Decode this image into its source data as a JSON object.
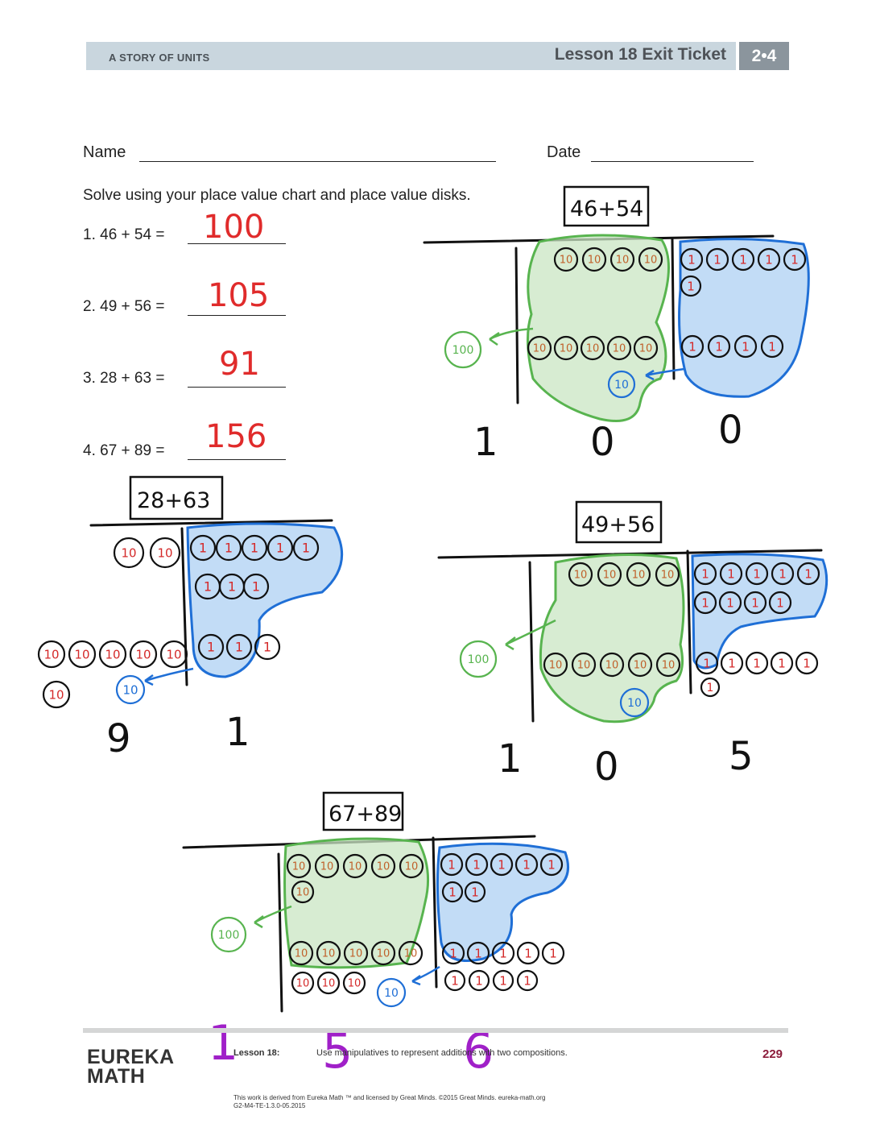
{
  "header": {
    "series": "A STORY OF UNITS",
    "title": "Lesson 18 Exit Ticket",
    "badge": "2•4"
  },
  "form": {
    "name_label": "Name",
    "date_label": "Date"
  },
  "instructions": "Solve using your place value chart and place value disks.",
  "problems": [
    {
      "prompt": "1.  46 + 54 =",
      "answer": "100"
    },
    {
      "prompt": "2.  49 + 56 =",
      "answer": "105"
    },
    {
      "prompt": "3.  28 + 63 =",
      "answer": "91"
    },
    {
      "prompt": "4.  67 + 89 =",
      "answer": "156"
    }
  ],
  "charts": [
    {
      "label": "46+54",
      "result_digits": [
        "1",
        "0",
        "0"
      ],
      "tens_disk": "10",
      "ones_disk": "1",
      "hundred_disk": "100"
    },
    {
      "label": "28+63",
      "result_digits": [
        "9",
        "1"
      ],
      "tens_disk": "10",
      "ones_disk": "1"
    },
    {
      "label": "49+56",
      "result_digits": [
        "1",
        "0",
        "5"
      ],
      "tens_disk": "10",
      "ones_disk": "1",
      "hundred_disk": "100"
    },
    {
      "label": "67+89",
      "result_digits": [
        "1",
        "5",
        "6"
      ],
      "tens_disk": "10",
      "ones_disk": "1",
      "hundred_disk": "100"
    }
  ],
  "colors": {
    "header_bg": "#c9d6de",
    "badge_bg": "#8b959d",
    "answer_red": "#e02b2b",
    "group_green": "#5cb85c",
    "group_blue": "#1f6fd6",
    "sum_purple": "#a020c8",
    "page_number": "#8c1c3b"
  },
  "footer": {
    "logo_line1": "EUREKA",
    "logo_line2": "MATH",
    "lesson": "Lesson 18:",
    "description": "Use manipulatives to represent additions with two compositions.",
    "page": "229",
    "legal1": "This work is derived from Eureka Math ™ and licensed by Great Minds. ©2015 Great Minds. eureka-math.org",
    "legal2": "G2-M4-TE-1.3.0-05.2015"
  }
}
